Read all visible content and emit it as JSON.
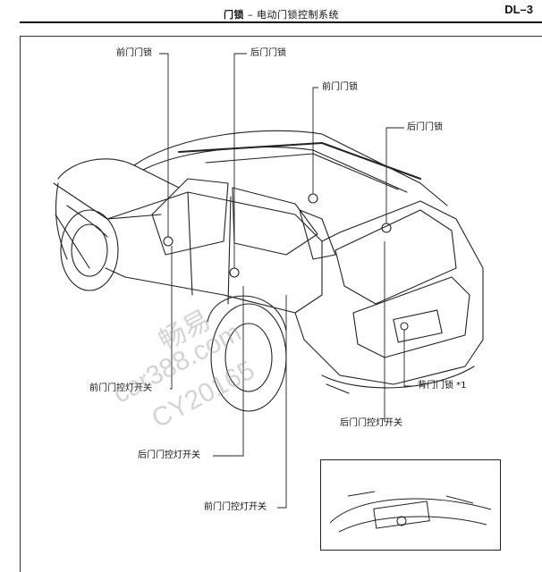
{
  "header": {
    "title_main": "门锁",
    "title_separator": "–",
    "title_sub": "电动门锁控制系统",
    "page_code": "DL–3"
  },
  "labels": {
    "front_door_lock_left": "前门门锁",
    "rear_door_lock_top": "后门门锁",
    "front_door_lock_right": "前门门锁",
    "rear_door_lock_right": "后门门锁",
    "back_door_lock": "背门门锁 *1",
    "front_courtesy_switch": "前门门控灯开关",
    "rear_courtesy_switch_right": "后门门控灯开关",
    "rear_courtesy_switch_bottom": "后门门控灯开关",
    "front_courtesy_switch_bottom": "前门门控灯开关"
  },
  "watermark": {
    "line1": "畅易",
    "line2": "car388.com",
    "line3": "CY20165"
  },
  "colors": {
    "line": "#222222",
    "rule": "#111111",
    "watermark": "#a0a0a0"
  }
}
